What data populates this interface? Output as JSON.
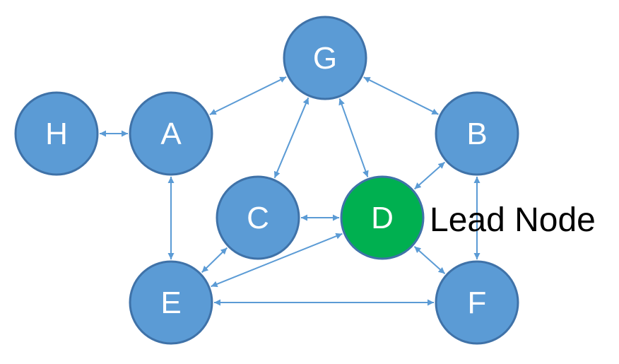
{
  "diagram": {
    "type": "network-graph",
    "annotation": "Lead Node",
    "colors": {
      "node_fill": "#5B9BD5",
      "node_stroke": "#3F72A8",
      "lead_fill": "#00B050",
      "lead_stroke": "#3F72A8",
      "edge": "#5B9BD5",
      "label": "#FFFFFF"
    },
    "nodes": [
      {
        "id": "G",
        "label": "G",
        "lead": false
      },
      {
        "id": "H",
        "label": "H",
        "lead": false
      },
      {
        "id": "A",
        "label": "A",
        "lead": false
      },
      {
        "id": "B",
        "label": "B",
        "lead": false
      },
      {
        "id": "C",
        "label": "C",
        "lead": false
      },
      {
        "id": "D",
        "label": "D",
        "lead": true
      },
      {
        "id": "E",
        "label": "E",
        "lead": false
      },
      {
        "id": "F",
        "label": "F",
        "lead": false
      }
    ],
    "edges": [
      {
        "from": "H",
        "to": "A",
        "direction": "both"
      },
      {
        "from": "A",
        "to": "G",
        "direction": "both"
      },
      {
        "from": "G",
        "to": "B",
        "direction": "both"
      },
      {
        "from": "G",
        "to": "C",
        "direction": "both"
      },
      {
        "from": "G",
        "to": "D",
        "direction": "both"
      },
      {
        "from": "B",
        "to": "D",
        "direction": "both"
      },
      {
        "from": "B",
        "to": "F",
        "direction": "both"
      },
      {
        "from": "C",
        "to": "D",
        "direction": "both"
      },
      {
        "from": "A",
        "to": "E",
        "direction": "both"
      },
      {
        "from": "C",
        "to": "E",
        "direction": "both"
      },
      {
        "from": "D",
        "to": "E",
        "direction": "both"
      },
      {
        "from": "D",
        "to": "F",
        "direction": "both"
      },
      {
        "from": "E",
        "to": "F",
        "direction": "both"
      }
    ]
  }
}
